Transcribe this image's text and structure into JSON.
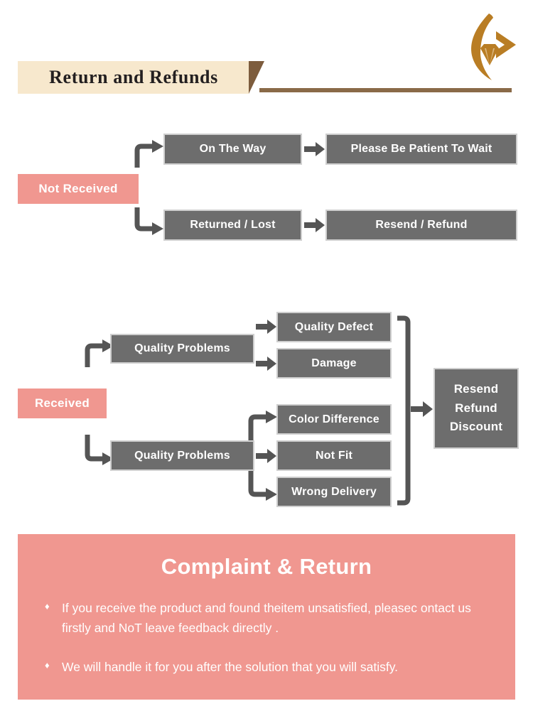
{
  "header": {
    "title": "Return and Refunds",
    "logo_name": "diamond-flame-logo",
    "banner_color": "#f7e8cd",
    "rule_color": "#8a6a48",
    "tail_color": "#7d5c3d",
    "logo_color": "#b97d24"
  },
  "theme": {
    "node_fill": "#6d6d6d",
    "node_border": "#cfcfcf",
    "tag_fill": "#f09790",
    "arrow_color": "#555555",
    "text_on_dark": "#ffffff"
  },
  "flow_not_received": {
    "tag": "Not Received",
    "branches": [
      {
        "cause": "On The Way",
        "result": "Please Be Patient To Wait"
      },
      {
        "cause": "Returned / Lost",
        "result": "Resend / Refund"
      }
    ]
  },
  "flow_received": {
    "tag": "Received",
    "groups": [
      {
        "label": "Quality Problems",
        "reasons": [
          "Quality Defect",
          "Damage"
        ]
      },
      {
        "label": "Quality Problems",
        "reasons": [
          "Color Difference",
          "Not Fit",
          "Wrong Delivery"
        ]
      }
    ],
    "outcome_lines": [
      "Resend",
      "Refund",
      "Discount"
    ]
  },
  "complaint": {
    "title": "Complaint & Return",
    "bullet_glyph": "♦",
    "items": [
      "If you receive the product and found theitem unsatisfied, pleasec ontact us firstly and NoT leave feedback directly .",
      "We will handle it for you after the solution that you will satisfy."
    ]
  }
}
